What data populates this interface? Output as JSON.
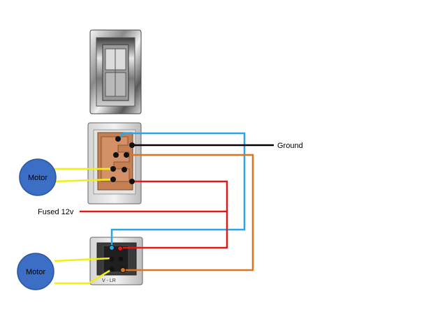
{
  "labels": {
    "ground": "Ground",
    "fused": "Fused 12v",
    "motor_top": "Motor",
    "motor_bottom": "Motor",
    "small_switch_text": "V - LR"
  },
  "colors": {
    "blue_wire": "#2aa6e6",
    "black_wire": "#000000",
    "orange_wire": "#d9751f",
    "red_wire": "#e01818",
    "yellow_wire": "#f2ee16",
    "motor_fill": "#3b6ec4",
    "motor_stroke": "#2a55a0",
    "chrome_light": "#e8e8e8",
    "chrome_dark": "#6a6a6a",
    "copper": "#c07a4e"
  },
  "icons": {
    "top_switch": "window-switch-chrome-icon",
    "middle_switch": "switch-terminal-block-icon",
    "bottom_switch": "small-switch-terminal-icon",
    "motor": "motor-circle-icon"
  }
}
